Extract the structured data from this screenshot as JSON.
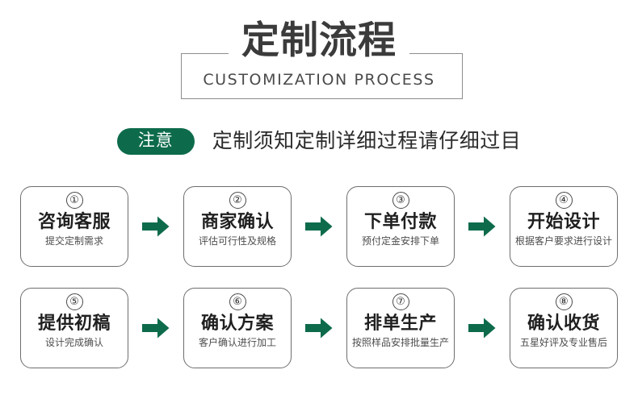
{
  "header": {
    "title": "定制流程",
    "subtitle": "CUSTOMIZATION PROCESS"
  },
  "notice": {
    "badge": "注意",
    "text": "定制须知定制详细过程请仔细过目",
    "badge_color": "#0d6b4b"
  },
  "flow": {
    "arrow_color": "#0d6b4b",
    "steps": [
      {
        "num": "①",
        "title": "咨询客服",
        "desc": "提交定制需求"
      },
      {
        "num": "②",
        "title": "商家确认",
        "desc": "评估可行性及规格"
      },
      {
        "num": "③",
        "title": "下单付款",
        "desc": "预付定金安排下单"
      },
      {
        "num": "④",
        "title": "开始设计",
        "desc": "根据客户要求进行设计"
      },
      {
        "num": "⑤",
        "title": "提供初稿",
        "desc": "设计完成确认"
      },
      {
        "num": "⑥",
        "title": "确认方案",
        "desc": "客户确认进行加工"
      },
      {
        "num": "⑦",
        "title": "排单生产",
        "desc": "按照样品安排批量生产"
      },
      {
        "num": "⑧",
        "title": "确认收货",
        "desc": "五星好评及专业售后"
      }
    ]
  }
}
